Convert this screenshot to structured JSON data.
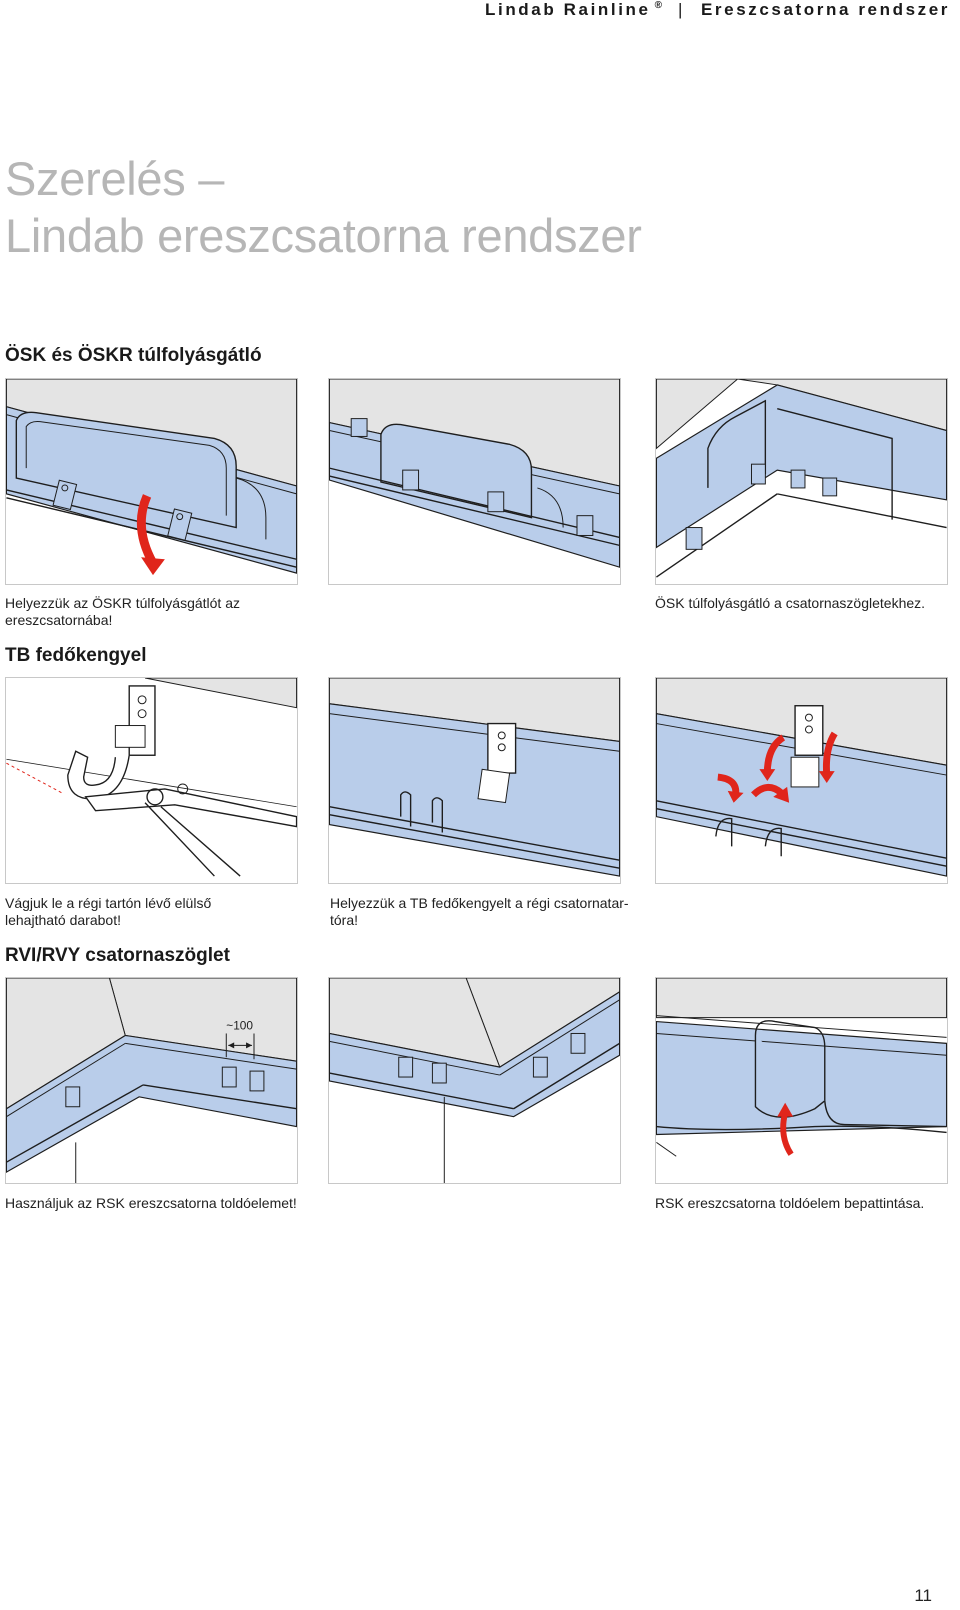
{
  "header": {
    "brand": "Lindab Rainline",
    "registered_mark": "®",
    "separator": "|",
    "section": "Ereszcsatorna rendszer"
  },
  "title": {
    "line1": "Szerelés –",
    "line2": "Lindab ereszcsatorna rendszer"
  },
  "sections": {
    "osk": {
      "heading": "ÖSK és ÖSKR túlfolyásgátló",
      "captions": [
        "Helyezzük az ÖSKR túlfolyásgátlót az ereszcsatornába!",
        "ÖSK túlfolyásgátló a csatornaszögletekhez."
      ]
    },
    "tb": {
      "heading": "TB fedőkengyel",
      "captions": [
        "Vágjuk le a régi tartón lévő elülső lehajtható darabot!",
        "Helyezzük a TB fedőkengyelt a régi csatornatar-tóra!"
      ]
    },
    "rvi": {
      "heading": "RVI/RVY csatornaszöglet",
      "dimension_label": "~100",
      "captions": [
        "Használjuk az RSK ereszcsatorna toldóelemet!",
        "RSK ereszcsatorna toldóelem bepattintása."
      ]
    }
  },
  "page_number": "11",
  "colors": {
    "gutter_blue": "#b9cdea",
    "roof_gray": "#e4e4e4",
    "arrow_red": "#e0251b",
    "line": "#1e1e1e",
    "title_gray": "#b6b6b6"
  }
}
